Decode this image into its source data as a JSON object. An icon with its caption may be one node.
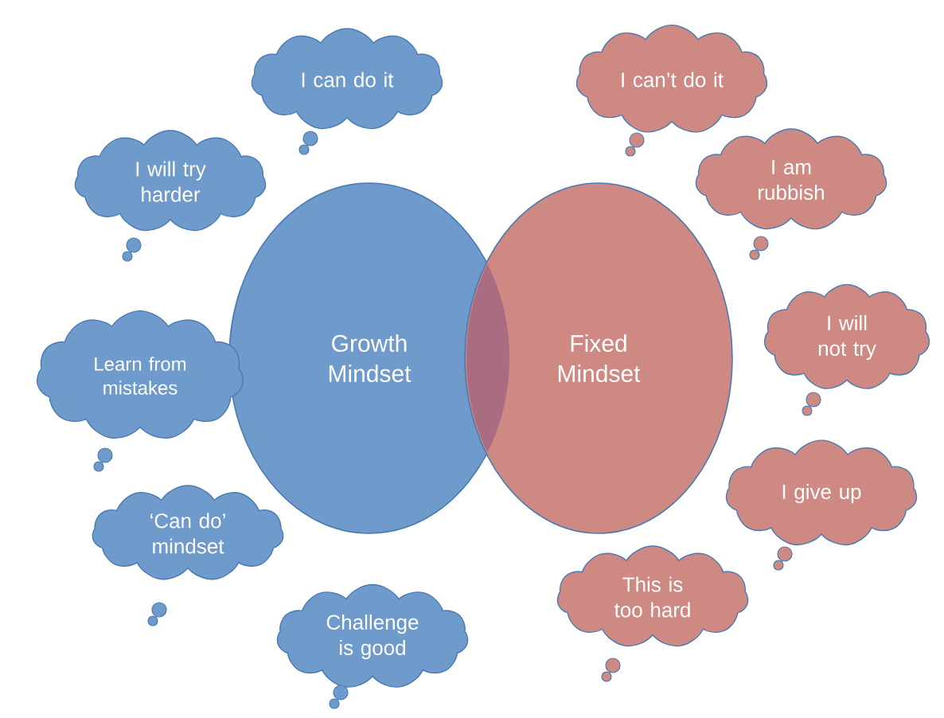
{
  "diagram": {
    "nodes": [
      {
        "text": [
          "Growth Mindset"
        ]
      },
      {
        "text": [
          "Fixed Mindset"
        ]
      },
      {
        "text": [
          "I can do it"
        ]
      },
      {
        "text": [
          "I will try harder"
        ]
      },
      {
        "text": [
          "Learn from mistakes"
        ]
      },
      {
        "text": [
          "‘Can do’ mindset"
        ]
      },
      {
        "text": [
          "Challenge is good"
        ]
      },
      {
        "text": [
          "I can’t do it"
        ]
      },
      {
        "text": [
          "I am rubbish"
        ]
      },
      {
        "text": [
          "I will not try"
        ]
      },
      {
        "text": [
          "I give up"
        ]
      },
      {
        "text": [
          "This is too hard"
        ]
      }
    ]
  }
}
